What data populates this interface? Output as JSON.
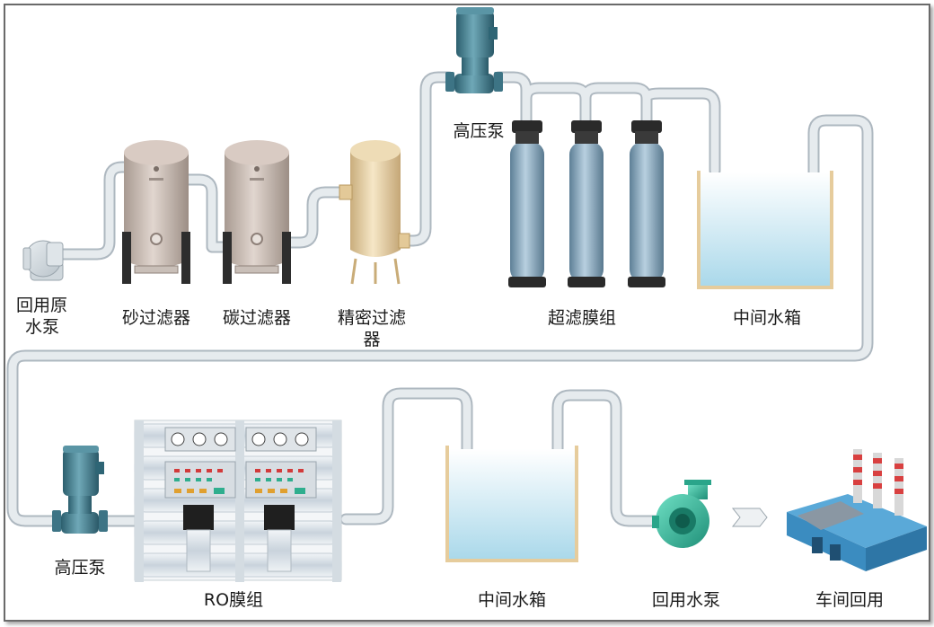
{
  "labels": {
    "raw_pump_line1": "回用原",
    "raw_pump_line2": "水泵",
    "sand_filter": "砂过滤器",
    "carbon_filter": "碳过滤器",
    "precision_filter_line1": "精密过滤",
    "precision_filter_line2": "器",
    "hp_pump_top": "高压泵",
    "uf_group": "超滤膜组",
    "mid_tank_top": "中间水箱",
    "hp_pump_bottom": "高压泵",
    "ro_group": "RO膜组",
    "mid_tank_bottom": "中间水箱",
    "reuse_pump": "回用水泵",
    "workshop": "车间回用"
  },
  "colors": {
    "pipe": "#dfe4e8",
    "pipe_edge": "#a9b3bb",
    "pump_blue": "#3f7f91",
    "filter_tan": "#c9b8ac",
    "precision_tan": "#e8d3a8",
    "uf_blue": "#8fb0c6",
    "water": "#bfe1ef",
    "tank_rim": "#e6cc9c",
    "reuse_pump_green": "#3bb99e"
  }
}
